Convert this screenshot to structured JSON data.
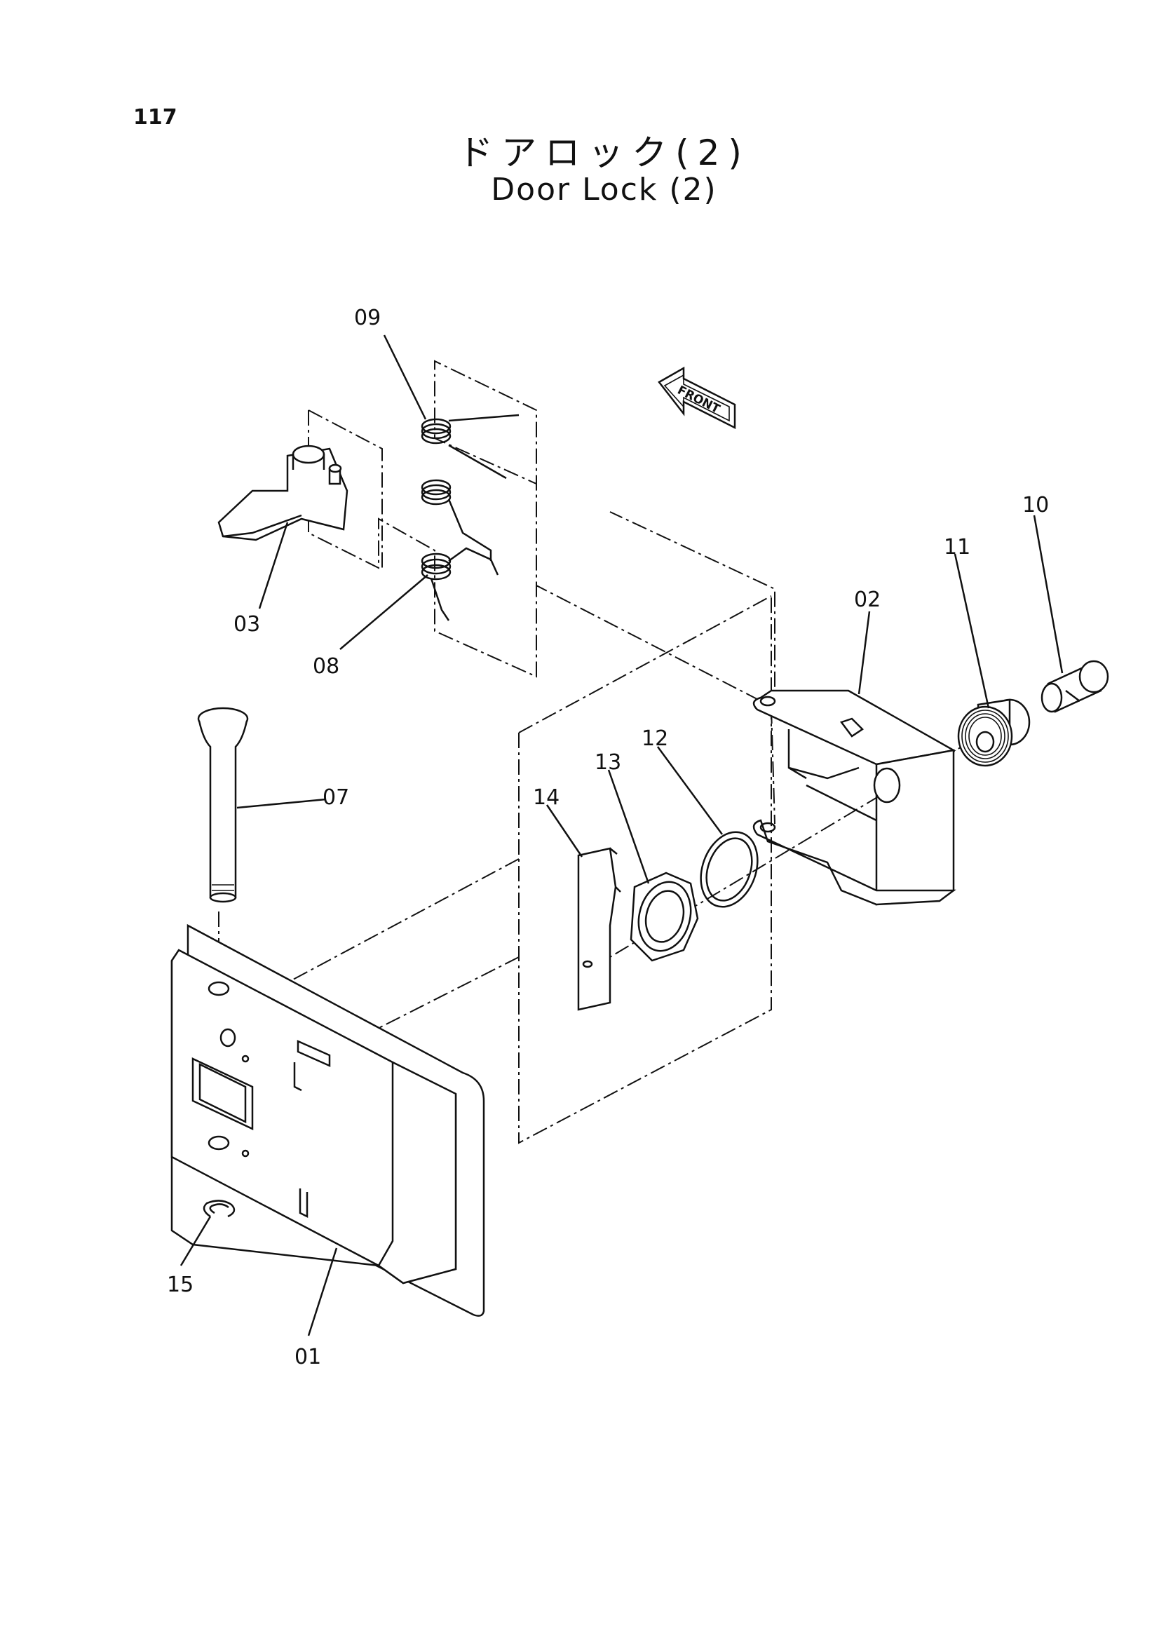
{
  "page": {
    "number": "117",
    "title_jp": "ドアロック(2)",
    "title_en": "Door Lock (2)"
  },
  "orientation_marker": {
    "label": "FRONT",
    "icon": "front-arrow-icon"
  },
  "callouts": [
    {
      "id": "09",
      "label": "09"
    },
    {
      "id": "03",
      "label": "03"
    },
    {
      "id": "08",
      "label": "08"
    },
    {
      "id": "10",
      "label": "10"
    },
    {
      "id": "11",
      "label": "11"
    },
    {
      "id": "02",
      "label": "02"
    },
    {
      "id": "07",
      "label": "07"
    },
    {
      "id": "12",
      "label": "12"
    },
    {
      "id": "13",
      "label": "13"
    },
    {
      "id": "14",
      "label": "14"
    },
    {
      "id": "15",
      "label": "15"
    },
    {
      "id": "01",
      "label": "01"
    }
  ]
}
